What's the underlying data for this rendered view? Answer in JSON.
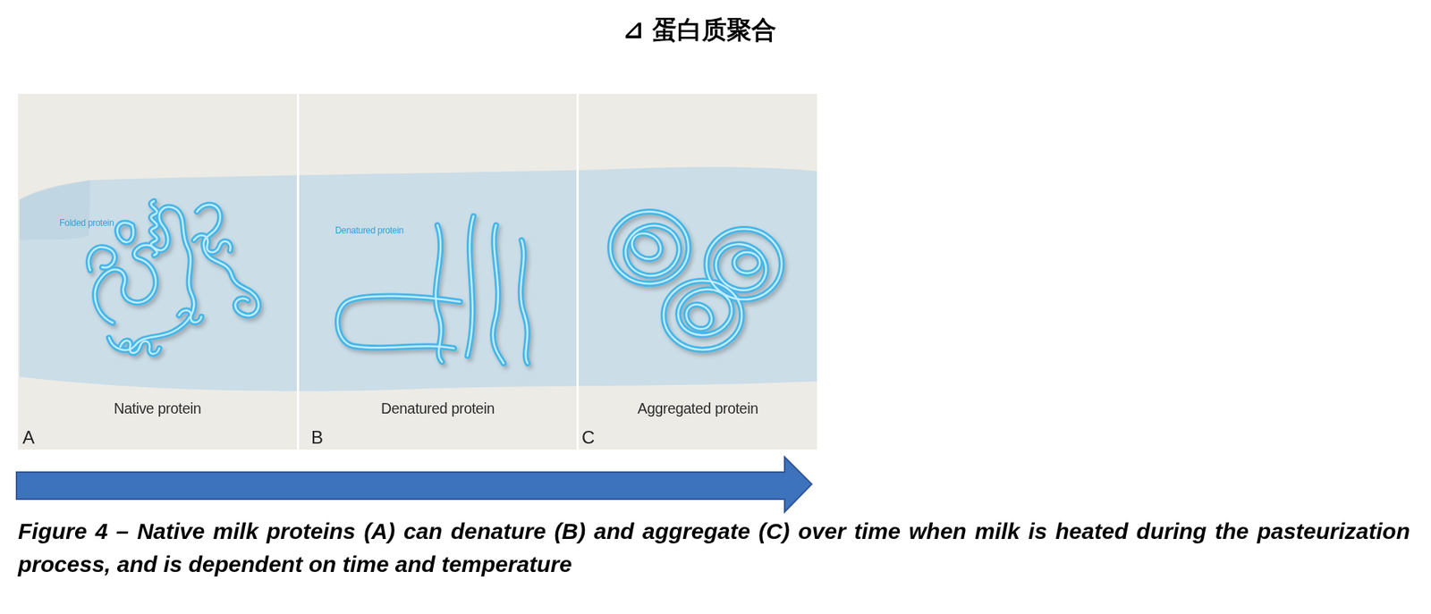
{
  "diagram": {
    "title": "⊿ 蛋白质聚合",
    "caption": "Figure 4 – Native milk proteins (A) can denature (B) and aggregate (C) over time when milk is heated during the pasteurization process, and is dependent on time and temperature",
    "nodes": [
      {
        "text": [
          "Folded protein",
          "Native protein",
          "A"
        ]
      },
      {
        "text": [
          "Denatured protein",
          "Denatured protein",
          "B"
        ]
      },
      {
        "text": [
          "Aggregated protein",
          "C"
        ]
      }
    ]
  }
}
